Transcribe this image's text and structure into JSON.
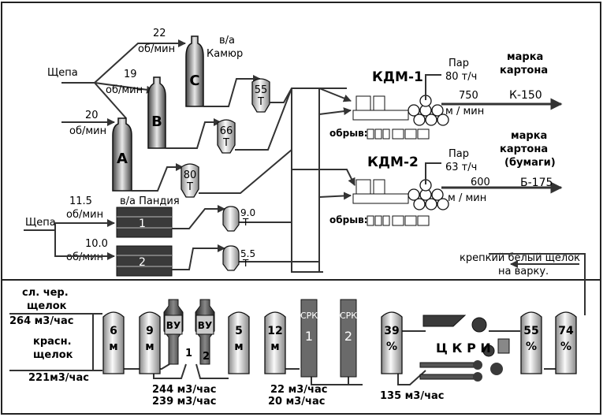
{
  "digesters": {
    "camur": "в/а\nКамюр",
    "pandia": "в/а Пандия",
    "a": "A",
    "b": "B",
    "c": "C"
  },
  "speeds": {
    "c": "22",
    "b": "19",
    "a": "20",
    "pandia1": "11.5",
    "pandia2": "10.0",
    "unit": "об/мин"
  },
  "chips": [
    "Щепа",
    "Щепа"
  ],
  "tanks_top": [
    "55\nТ",
    "66\nТ",
    "80\nТ",
    "9.0\nТ",
    "5.5\nТ"
  ],
  "pandia_units": [
    "1",
    "2"
  ],
  "kdm1": {
    "name": "КДМ-1",
    "steam": "Пар\n80 т/ч",
    "speed": "750\nм / мин",
    "grade_title": "марка\nкартона",
    "grade": "К-150",
    "break": "обрыв:"
  },
  "kdm2": {
    "name": "КДМ-2",
    "steam": "Пар\n63 т/ч",
    "speed": "600\nм / мин",
    "grade_title": "марка\nкартона\n(бумаги)",
    "grade": "Б-175",
    "break": "обрыв:"
  },
  "liquor": {
    "black": "сл. чер.\nщелок",
    "black_flow": "264 м3/час",
    "red": "красн.\nщелок",
    "red_flow": "221м3/час",
    "strong_white": "крепкий белый щелок\nна варку."
  },
  "bottom_tanks": [
    "6\nм",
    "9\nм",
    "5\nм",
    "12\nм",
    "39\n%",
    "55\n%",
    "74\n%"
  ],
  "evaporators": [
    "ВУ",
    "ВУ"
  ],
  "evap_nums": [
    "1",
    "2"
  ],
  "srk": [
    "СРК\n1",
    "СРК\n2"
  ],
  "flows": {
    "evap": "244 м3/час\n239 м3/час",
    "srk": "22 м3/час\n20 м3/час",
    "caust": "135 м3/час"
  },
  "ckri": "Ц К Р И"
}
